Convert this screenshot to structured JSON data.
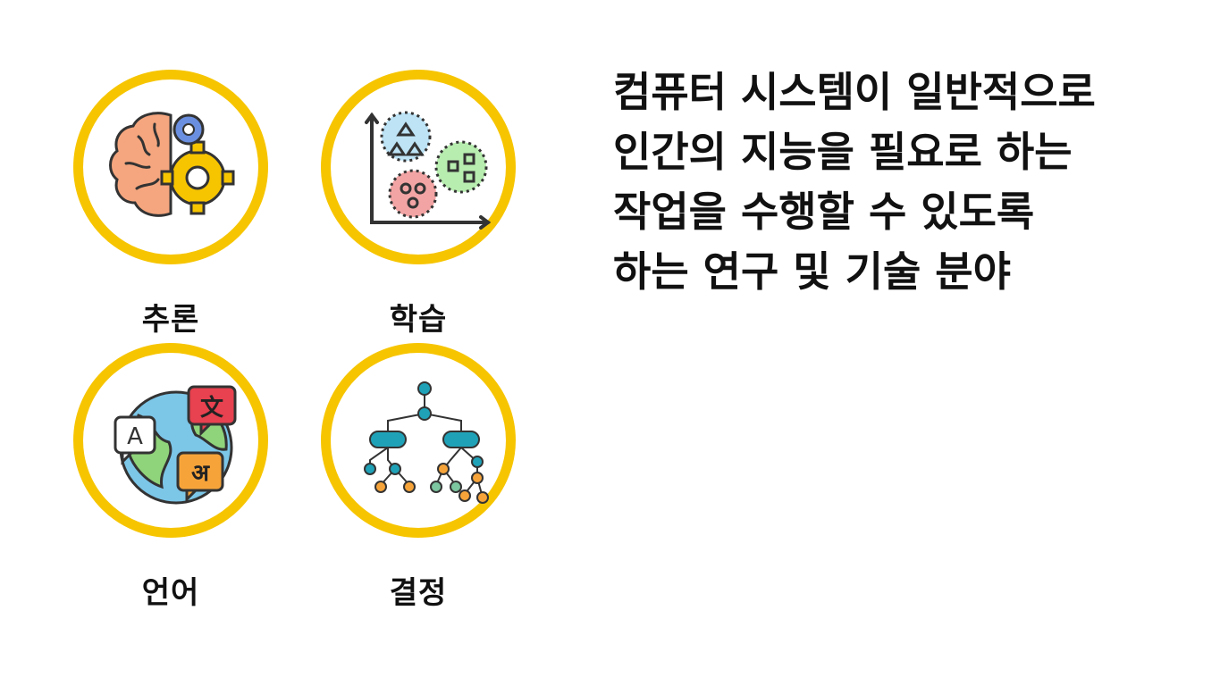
{
  "cards": [
    {
      "label": "추론",
      "icon": "brain-gear-icon"
    },
    {
      "label": "학습",
      "icon": "clustering-chart-icon"
    },
    {
      "label": "언어",
      "icon": "globe-translation-icon"
    },
    {
      "label": "결정",
      "icon": "decision-tree-icon"
    }
  ],
  "description": {
    "lines": [
      "컴퓨터 시스템이 일반적으로",
      "인간의 지능을 필요로 하는",
      "작업을 수행할 수 있도록",
      "하는 연구 및 기술 분야"
    ]
  },
  "icon_glyphs": {
    "latin": "A",
    "chinese": "文",
    "devanagari": "अ"
  },
  "colors": {
    "ring": "#F7C500",
    "text": "#111111"
  }
}
